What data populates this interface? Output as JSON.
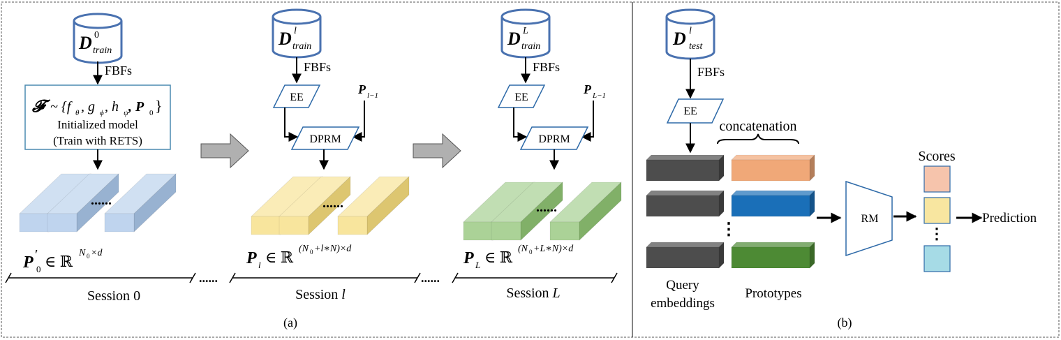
{
  "panel_a": {
    "caption": "(a)",
    "fbfs": "FBFs",
    "dots": "......",
    "session0": {
      "db_main": "D",
      "db_sup": "0",
      "db_sub": "train",
      "model_F": "𝓕",
      "model_set": "~ {f",
      "model_set_sub1": "θ",
      "model_set_g": ", g",
      "model_set_sub2": "ϕ",
      "model_set_h": ", h",
      "model_set_sub3": "ψ",
      "model_set_p": ", P",
      "model_set_sub4": "0",
      "model_close": "}",
      "model_line2": "Initialized model",
      "model_line3": "(Train with RETS)",
      "formula_P": "P",
      "formula_prime": "′",
      "formula_sub": "0",
      "formula_in": "∈ ℝ",
      "formula_sup": "N",
      "formula_sup_sub": "0",
      "formula_sup_rest": "×d",
      "label_prefix": "Session ",
      "label_var": "0"
    },
    "session_l": {
      "db_main": "D",
      "db_sup": "l",
      "db_sub": "train",
      "ee": "EE",
      "dprm": "DPRM",
      "prev_P": "P",
      "prev_sub": "l−1",
      "formula_P": "P",
      "formula_sub": "l",
      "formula_in": "∈ ℝ",
      "formula_sup": "(N",
      "formula_sup_sub": "0",
      "formula_sup_rest": "+l∗N)×d",
      "label_prefix": "Session ",
      "label_var": "l"
    },
    "session_L": {
      "db_main": "D",
      "db_sup": "L",
      "db_sub": "train",
      "ee": "EE",
      "dprm": "DPRM",
      "prev_P": "P",
      "prev_sub": "L−1",
      "formula_P": "P",
      "formula_sub": "L",
      "formula_in": "∈ ℝ",
      "formula_sup": "(N",
      "formula_sup_sub": "0",
      "formula_sup_rest": "+L∗N)×d",
      "label_prefix": "Session ",
      "label_var": "L"
    }
  },
  "panel_b": {
    "caption": "(b)",
    "db_main": "D",
    "db_sup": "l",
    "db_sub": "test",
    "fbfs": "FBFs",
    "ee": "EE",
    "concatenation": "concatenation",
    "query_label_1": "Query",
    "query_label_2": "embeddings",
    "prototypes_label": "Prototypes",
    "rm": "RM",
    "scores": "Scores",
    "prediction": "Prediction",
    "vdots": "⋮"
  },
  "colors": {
    "cylinder_stroke": "#4a72b0",
    "model_box_stroke": "#4a8ab0",
    "blue_prism": "#a9c6e8",
    "yellow_prism": "#f6dc7c",
    "green_prism": "#8fc374",
    "gray_arrow": "#b0b0b0",
    "query_block": "#4d4d4d",
    "proto_orange": "#f0a878",
    "proto_blue": "#1a6fb8",
    "proto_green": "#4d8a34",
    "score_orange": "#f6c4ac",
    "score_yellow": "#f8e6a0",
    "score_cyan": "#a6dbe6"
  }
}
